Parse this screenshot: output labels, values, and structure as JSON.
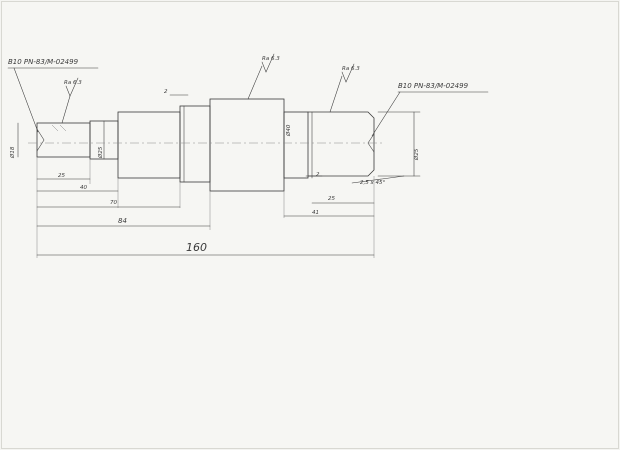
{
  "drawing": {
    "center_hole_left": "B10 PN-83/M-02499",
    "center_hole_right": "B10 PN-83/M-02499",
    "roughness_left": "Ra 6.3",
    "roughness_middle": "Ra 6.3",
    "roughness_right": "Ra 6.3",
    "dia_left_end": "Ø18",
    "dia_bearing": "Ø25",
    "dia_big": "Ø40",
    "dia_right_end": "Ø25",
    "chamfer": "2,5 x 45°",
    "groove_left": "2",
    "groove_right": "2",
    "dims": {
      "d25_left": "25",
      "d40": "40",
      "d70": "70",
      "d84": "84",
      "d160": "160",
      "d25_right": "25",
      "d41": "41"
    }
  }
}
